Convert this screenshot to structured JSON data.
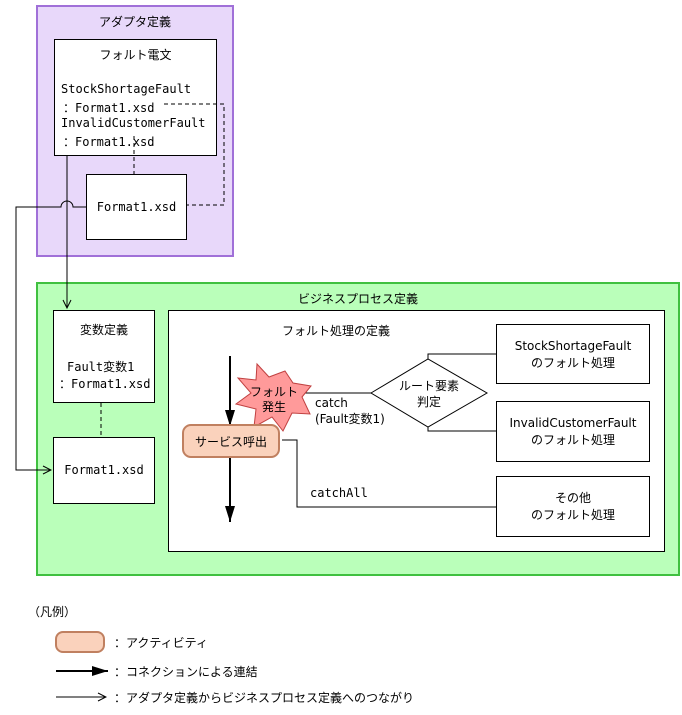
{
  "adapter": {
    "title": "アダプタ定義",
    "fault_message": {
      "title": "フォルト電文",
      "line1": "StockShortageFault",
      "line2": "：Format1.xsd",
      "line3": "InvalidCustomerFault",
      "line4": "：Format1.xsd"
    },
    "schema": "Format1.xsd"
  },
  "bp": {
    "title": "ビジネスプロセス定義",
    "variable": {
      "title": "変数定義",
      "line1": "Fault変数1",
      "line2": "：Format1.xsd"
    },
    "schema": "Format1.xsd",
    "fault_def": {
      "title": "フォルト処理の定義",
      "fault_burst": "フォルト\n発生",
      "activity": "サービス呼出",
      "catch_label": "catch\n(Fault変数1)",
      "catchall_label": "catchAll",
      "decision": "ルート要素\n判定",
      "handler1": "StockShortageFault\nのフォルト処理",
      "handler2": "InvalidCustomerFault\nのフォルト処理",
      "handler3": "その他\nのフォルト処理"
    }
  },
  "legend": {
    "title": "（凡例）",
    "activity": "：アクティビティ",
    "connection": "：コネクションによる連結",
    "link": "：アダプタ定義からビジネスプロセス定義へのつながり"
  },
  "colors": {
    "adapter_fill": "#e8d8fa",
    "adapter_border": "#a070d8",
    "bp_fill": "#baffba",
    "bp_border": "#40c040",
    "activity_fill": "#fad2bc",
    "activity_border": "#c08060",
    "burst_fill": "#ff9a9a",
    "burst_border": "#c04040"
  }
}
